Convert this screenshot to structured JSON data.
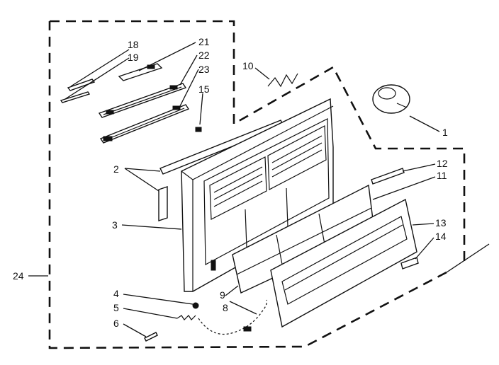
{
  "diagram": {
    "labels": {
      "l1": "1",
      "l2": "2",
      "l3": "3",
      "l4": "4",
      "l5": "5",
      "l6": "6",
      "l8": "8",
      "l9": "9",
      "l10": "10",
      "l11": "11",
      "l12": "12",
      "l13": "13",
      "l14": "14",
      "l15": "15",
      "l18": "18",
      "l19": "19",
      "l21": "21",
      "l22": "22",
      "l23": "23",
      "l24": "24"
    }
  }
}
